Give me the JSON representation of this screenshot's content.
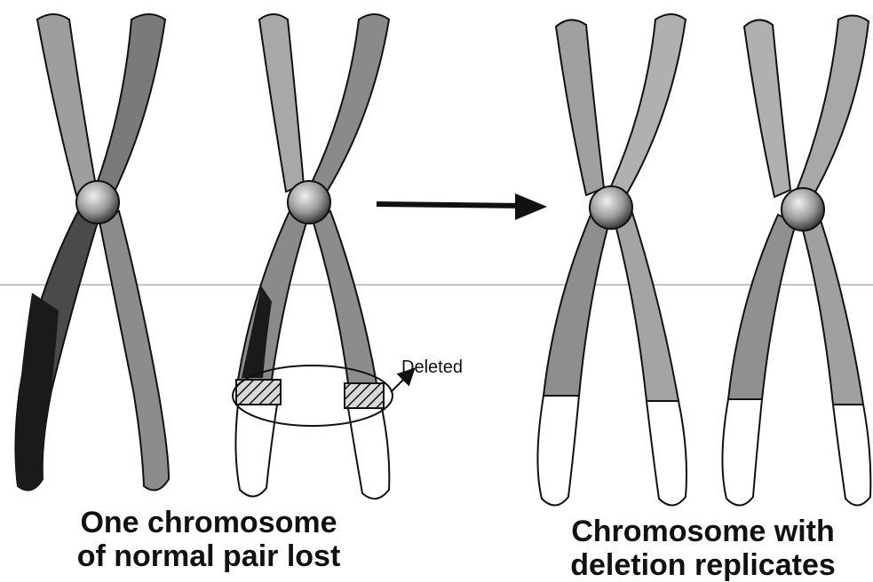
{
  "annotation": {
    "deleted_label": "Deleted"
  },
  "captions": {
    "left": [
      "One chromosome",
      "of normal pair lost"
    ],
    "right": [
      "Chromosome with",
      "deletion replicates"
    ]
  },
  "colors": {
    "dark_chromatid": "#1a1a1a",
    "mid_chromatid": "#6e6e6e",
    "light_chromatid": "#a6a6a6",
    "lighter_chromatid": "#bdbdbd",
    "deleted_region": "#ffffff",
    "outline": "#111111",
    "hatch_fill": "#9a9a9a"
  },
  "icons": {
    "arrow": "right-arrow-icon",
    "centromere": "centromere-circle"
  }
}
